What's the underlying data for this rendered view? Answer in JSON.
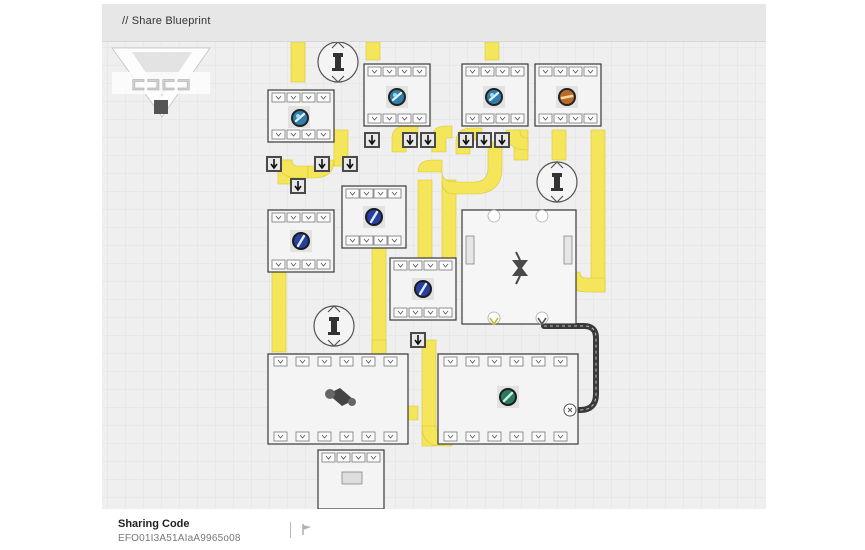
{
  "header": {
    "title": "// Share Blueprint"
  },
  "footer": {
    "label": "Sharing Code",
    "code": "EFO01I3A51AIaA9965o08"
  },
  "icons": {
    "logo": "endfield-logo-icon",
    "copy": "flag-icon",
    "lock": "relay-node-icon",
    "core": "protocol-core-icon",
    "item": "material-item-icon"
  },
  "colors": {
    "belt": "#f4e55a",
    "belt_edge": "#d8c936",
    "pipe": "#3a3a3a",
    "machine_fill": "#f4f4f4",
    "machine_border": "#3a3a3a",
    "grid": "#dcdcdc",
    "background": "#efefef"
  }
}
